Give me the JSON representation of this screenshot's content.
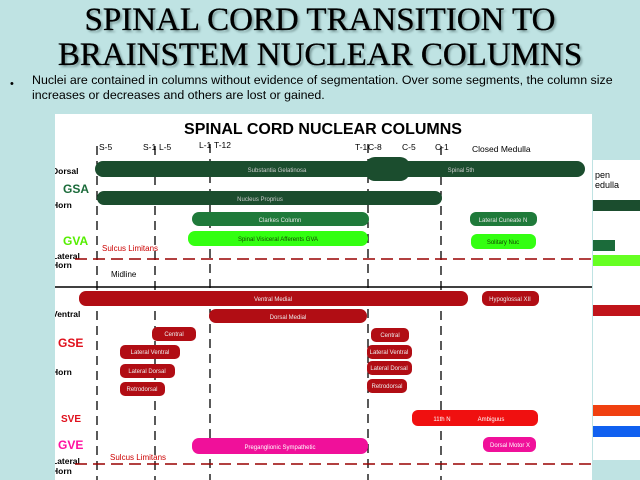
{
  "slide": {
    "title_line1": "SPINAL CORD TRANSITION TO",
    "title_line2": "BRAINSTEM NUCLEAR COLUMNS",
    "bullet": "•",
    "bullet_text": "Nuclei are contained in columns without evidence of segmentation.  Over some segments,  the column size increases or decreases and others are lost or gained."
  },
  "diagram": {
    "title": "SPINAL CORD NUCLEAR COLUMNS",
    "segments": [
      {
        "label": "S-5"
      },
      {
        "label": "S-1"
      },
      {
        "label": "L-5"
      },
      {
        "label": "L-1"
      },
      {
        "label": "T-12"
      },
      {
        "label": "T-1"
      },
      {
        "label": "C-8"
      },
      {
        "label": "C-5"
      },
      {
        "label": "C-1"
      },
      {
        "label": "Closed Medulla"
      }
    ],
    "left_labels": {
      "dorsal": "Dorsal",
      "gsa": "GSA",
      "horn1": "Horn",
      "gva": "GVA",
      "lateral1": "Lateral",
      "horn2": "Horn",
      "ventral": "Ventral",
      "gse": "GSE",
      "horn3": "Horn",
      "sve": "SVE",
      "gve": "GVE",
      "lateral2": "Lateral",
      "horn4": "Horn"
    },
    "notes": {
      "sulcus1": "Sulcus Limitans",
      "midline": "Midline",
      "sulcus2": "Sulcus Limitans"
    },
    "colors": {
      "gsa_column": "#1b4d2e",
      "gsa_bright": "#0f5d2e",
      "gva_column": "#2ca02c",
      "gva_bright": "#66ff22",
      "gse_column": "#b10d14",
      "sve_column": "#f01010",
      "gve_column": "#f0109a",
      "gsa_label": "#1b6b3a",
      "gva_label": "#55ee00",
      "efferent_label": "#e0101c",
      "gve_label": "#ff10a0",
      "dashed_line": "#990000"
    },
    "columns": {
      "substantia": "Substantia Gelatinosa",
      "spinal5th": "Spinal 5th",
      "propria": "Nucleus Proprius",
      "clarkes": "Clarkes Column",
      "cuneate": "Lateral Cuneate N",
      "sva_gva": "Spinal Visiceral Afferents  GVA",
      "solitary": "Solitary Nuc",
      "ventral_medial": "Ventral Medial",
      "hypoglossal": "Hypoglossal XII",
      "dorsal_medial": "Dorsal Medial",
      "central_a": "Central",
      "lat_ventral_a": "Lateral Ventral",
      "lat_dorsal_a": "Lateral Dorsal",
      "retrodorsal_a": "Retrodorsal",
      "central_b": "Central",
      "lat_ventral_b": "Lateral Ventral",
      "lat_dorsal_b": "Lateral Dorsal",
      "retrodorsal_b": "Retrodorsal",
      "eleventh": "11th N",
      "ambiguus": "Ambiguus",
      "preganglionic": "Preganglionic  Sympathetic",
      "dorsal_motor": "Dorsal Motor X"
    }
  },
  "side_panel": {
    "line1": "pen",
    "line2": "edulla"
  }
}
